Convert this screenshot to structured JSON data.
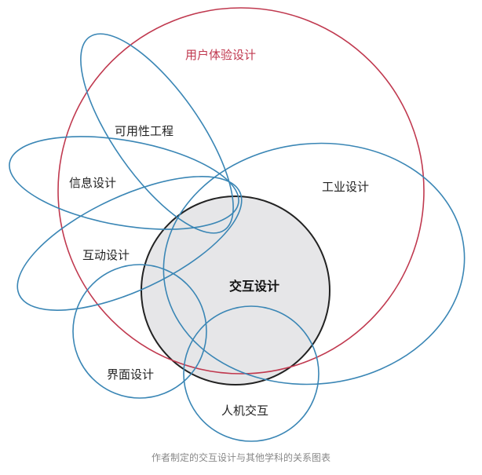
{
  "diagram": {
    "labels": {
      "ux": "用户体验设计",
      "usability": "可用性工程",
      "info": "信息设计",
      "industrial": "工业设计",
      "interaction_motion": "互动设计",
      "interaction": "交互设计",
      "interface": "界面设计",
      "hci": "人机交互"
    },
    "caption": "作者制定的交互设计与其他学科的关系图表",
    "colors": {
      "ux_outline": "#c0394f",
      "discipline_outline": "#3a86b5",
      "core_outline": "#222222",
      "core_fill": "#e6e6e8"
    }
  }
}
